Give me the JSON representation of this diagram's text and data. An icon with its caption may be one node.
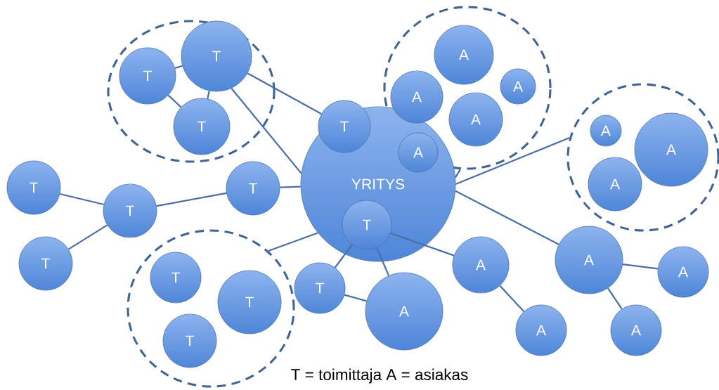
{
  "diagram": {
    "nodes": [
      {
        "text": [],
        "shape": "circle"
      },
      {
        "text": [
          "T"
        ],
        "in": 0
      },
      {
        "text": [
          "T"
        ],
        "in": 0
      },
      {
        "text": [
          "T"
        ],
        "in": 0
      },
      {
        "text": [],
        "shape": "circle"
      },
      {
        "text": [
          "A"
        ],
        "in": 4
      },
      {
        "text": [
          "A"
        ],
        "in": 4
      },
      {
        "text": [
          "A"
        ],
        "in": 4
      },
      {
        "text": [
          "A"
        ],
        "in": 4
      },
      {
        "text": [
          "T"
        ]
      },
      {
        "text": [
          "YRITYS"
        ]
      },
      {
        "text": [
          "A"
        ],
        "in": 10
      },
      {
        "text": [
          "T"
        ],
        "in": 10
      },
      {
        "text": [],
        "shape": "circle"
      },
      {
        "text": [
          "A"
        ],
        "in": 13
      },
      {
        "text": [
          "A"
        ],
        "in": 13
      },
      {
        "text": [
          "A"
        ],
        "in": 13
      },
      {
        "text": [
          "T"
        ]
      },
      {
        "text": [
          "T"
        ]
      },
      {
        "text": [
          "T"
        ]
      },
      {
        "text": [
          "T"
        ]
      },
      {
        "text": [],
        "shape": "circle"
      },
      {
        "text": [
          "T"
        ],
        "in": 21
      },
      {
        "text": [
          "T"
        ],
        "in": 21
      },
      {
        "text": [
          "T"
        ],
        "in": 21
      },
      {
        "text": [
          "T"
        ]
      },
      {
        "text": [
          "A"
        ]
      },
      {
        "text": [
          "A"
        ]
      },
      {
        "text": [
          "A"
        ]
      },
      {
        "text": [
          "A"
        ]
      },
      {
        "text": [
          "A"
        ]
      },
      {
        "text": [
          "A"
        ]
      }
    ],
    "edges": [
      {
        "from": 1,
        "to": 2,
        "arrow": "none"
      },
      {
        "from": 1,
        "to": 3,
        "arrow": "none"
      },
      {
        "from": 2,
        "to": 3,
        "arrow": "none"
      },
      {
        "from": 2,
        "to": 9,
        "arrow": "none"
      },
      {
        "from": 2,
        "to": 10,
        "arrow": "none"
      },
      {
        "from": 10,
        "to": 4,
        "arrow": "none"
      },
      {
        "from": 17,
        "to": 18,
        "arrow": "none"
      },
      {
        "from": 20,
        "to": 18,
        "arrow": "none"
      },
      {
        "from": 18,
        "to": 19,
        "arrow": "none"
      },
      {
        "from": 19,
        "to": 10,
        "arrow": "none"
      },
      {
        "from": 10,
        "to": 21,
        "arrow": "none"
      },
      {
        "from": 10,
        "to": 13,
        "arrow": "none"
      },
      {
        "from": 12,
        "to": 25,
        "arrow": "none"
      },
      {
        "from": 12,
        "to": 26,
        "arrow": "none"
      },
      {
        "from": 12,
        "to": 27,
        "arrow": "none"
      },
      {
        "from": 25,
        "to": 26,
        "arrow": "none"
      },
      {
        "from": 10,
        "to": 28,
        "arrow": "none"
      },
      {
        "from": 28,
        "to": 29,
        "arrow": "none"
      },
      {
        "from": 28,
        "to": 31,
        "arrow": "none"
      },
      {
        "from": 27,
        "to": 30,
        "arrow": "none"
      }
    ],
    "labels": [
      "T = toimittaja A = asiakas"
    ]
  }
}
